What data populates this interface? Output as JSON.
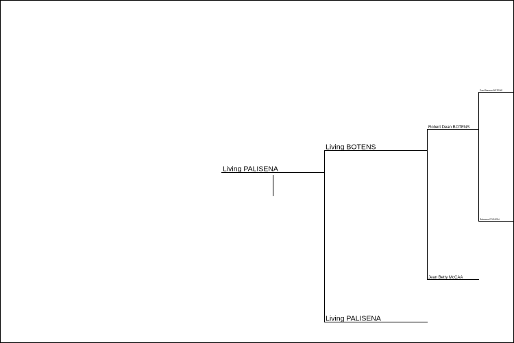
{
  "pedigree": {
    "root": {
      "name": "Living PALISENA"
    },
    "parents": [
      {
        "name": "Living BOTENS"
      },
      {
        "name": "Living PALISENA"
      }
    ],
    "grandparents": [
      {
        "name": "Robert Dean  BOTENS"
      },
      {
        "name": "Jean Betty  McCAA"
      }
    ],
    "great_grandparents": [
      {
        "name": "Paul Benson  BOTENS"
      },
      {
        "name": "Rebecca  COGSON"
      }
    ]
  }
}
